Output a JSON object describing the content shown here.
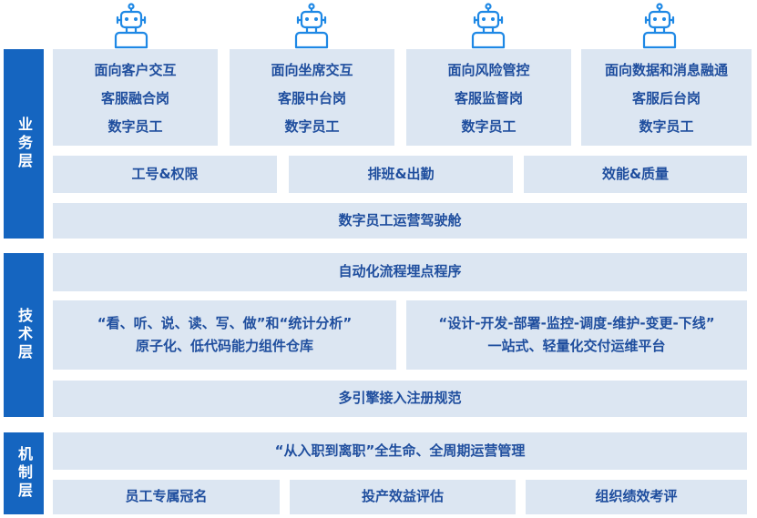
{
  "colors": {
    "side_bar": "#1565c0",
    "box_fill": "#dce6f2",
    "text": "#1f4e9e",
    "icon": "#1e88e5"
  },
  "layers": {
    "business": "业务层",
    "technology": "技术层",
    "mechanism": "机制层"
  },
  "roles": [
    {
      "icon": "robot-icon",
      "line1": "面向客户交互",
      "line2": "客服融合岗",
      "line3": "数字员工"
    },
    {
      "icon": "robot-icon",
      "line1": "面向坐席交互",
      "line2": "客服中台岗",
      "line3": "数字员工"
    },
    {
      "icon": "robot-icon",
      "line1": "面向风险管控",
      "line2": "客服监督岗",
      "line3": "数字员工"
    },
    {
      "icon": "robot-icon",
      "line1": "面向数据和消息融通",
      "line2": "客服后台岗",
      "line3": "数字员工"
    }
  ],
  "business_row": [
    "工号&权限",
    "排班&出勤",
    "效能&质量"
  ],
  "business_cockpit": "数字员工运营驾驶舱",
  "tech_top": "自动化流程埋点程序",
  "tech_left": {
    "line1": "“看、听、说、读、写、做”和“统计分析”",
    "line2": "原子化、低代码能力组件仓库"
  },
  "tech_right": {
    "line1": "“设计-开发-部署-监控-调度-维护-变更-下线”",
    "line2": "一站式、轻量化交付运维平台"
  },
  "tech_bottom": "多引擎接入注册规范",
  "mech_top": "“从入职到离职”全生命、全周期运营管理",
  "mech_row": [
    "员工专属冠名",
    "投产效益评估",
    "组织绩效考评"
  ]
}
